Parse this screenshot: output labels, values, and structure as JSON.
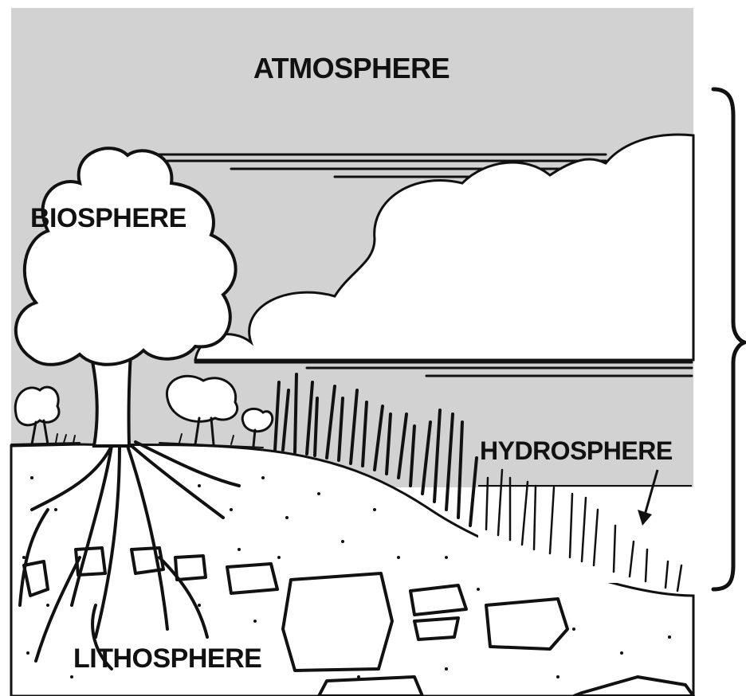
{
  "labels": {
    "atmosphere": "ATMOSPHERE",
    "biosphere": "BIOSPHERE",
    "hydrosphere": "HYDROSPHERE",
    "lithosphere": "LITHOSPHERE"
  },
  "colors": {
    "sky": "#d2d2d2",
    "ink": "#111111",
    "paper": "#ffffff"
  }
}
